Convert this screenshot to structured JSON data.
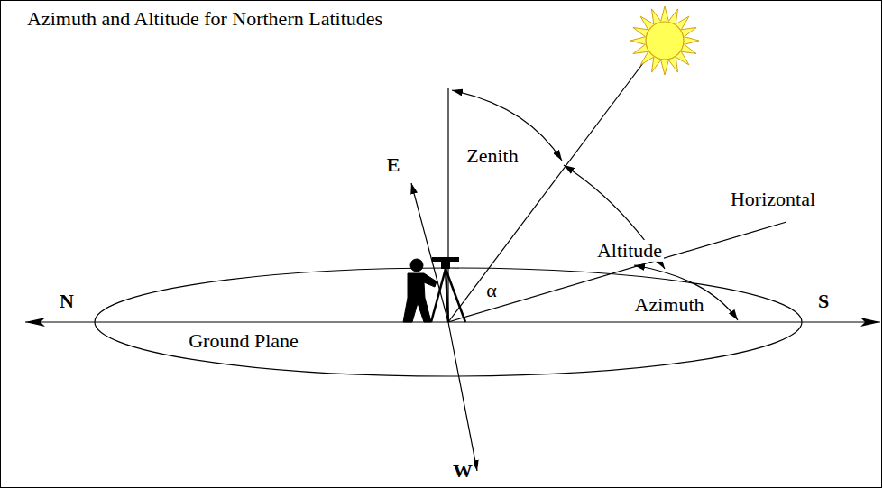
{
  "diagram": {
    "title": "Azimuth and Altitude for Northern Latitudes",
    "labels": [
      "E",
      "Zenith",
      "Horizontal",
      "Altitude",
      "N",
      "α",
      "Azimuth",
      "S",
      "Ground Plane",
      "W"
    ]
  }
}
